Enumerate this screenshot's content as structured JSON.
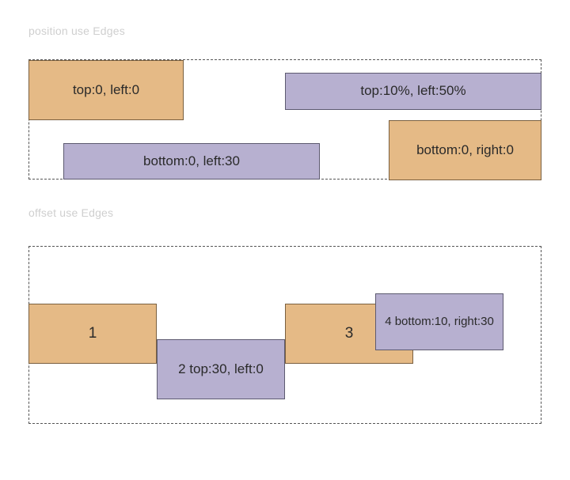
{
  "sections": [
    {
      "title": "position use Edges",
      "boxes": [
        {
          "label": "top:0, left:0",
          "color": "#e5ba86"
        },
        {
          "label": "top:10%, left:50%",
          "color": "#b7b0d0"
        },
        {
          "label": "bottom:0, left:30",
          "color": "#b7b0d0"
        },
        {
          "label": "bottom:0, right:0",
          "color": "#e5ba86"
        }
      ]
    },
    {
      "title": "offset use Edges",
      "boxes": [
        {
          "label": "1",
          "color": "#e5ba86"
        },
        {
          "label": "2 top:30, left:0",
          "color": "#b7b0d0"
        },
        {
          "label": "3",
          "color": "#e5ba86"
        },
        {
          "label": "4 bottom:10, right:30",
          "color": "#b7b0d0"
        }
      ]
    }
  ],
  "colors": {
    "orange_fill": "#e5ba86",
    "orange_border": "#7a6040",
    "purple_fill": "#b7b0d0",
    "purple_border": "#5d5a70",
    "container_border": "#555555",
    "title_text": "#cfcfcf",
    "box_text": "#2a2a2a",
    "background": "#ffffff"
  }
}
